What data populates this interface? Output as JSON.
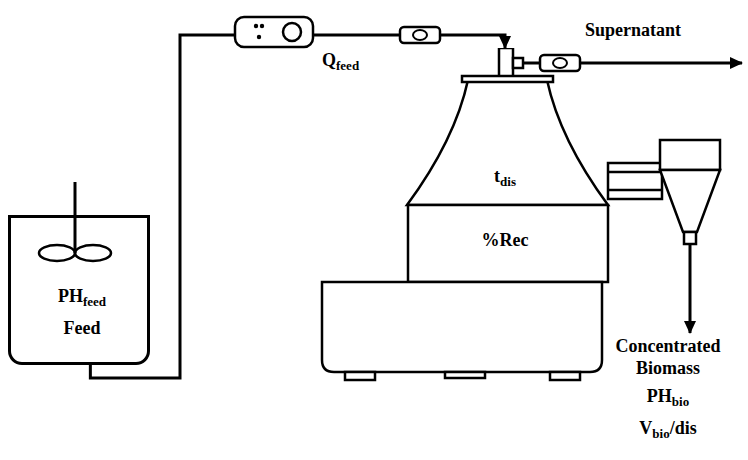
{
  "diagram": {
    "nodes": [
      {
        "text": [
          "PH",
          "feed",
          "Feed"
        ]
      },
      {
        "text": [
          "t",
          "dis",
          "%Rec"
        ]
      }
    ],
    "edges": [
      {
        "from": 0,
        "to": 1,
        "arrow": "to"
      }
    ],
    "labels": [
      "Supernatant",
      "Q",
      "feed",
      "Concentrated Biomass",
      "PH",
      "bio",
      "V",
      "bio",
      "/dis"
    ]
  }
}
